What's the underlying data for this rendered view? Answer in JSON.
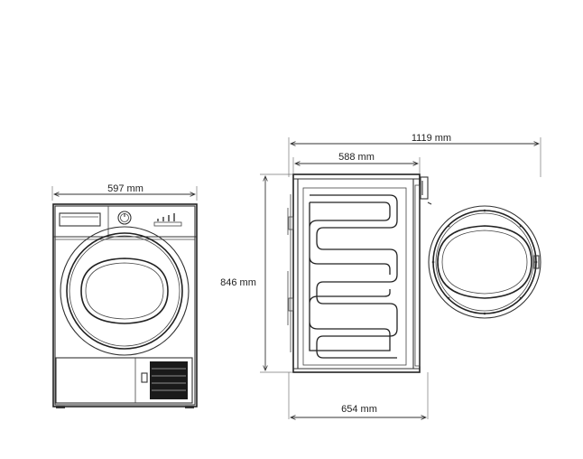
{
  "dimensions": {
    "front_width": "597 mm",
    "total_depth_door_open": "1119 mm",
    "body_depth": "588 mm",
    "height": "846 mm",
    "depth_with_door": "654 mm"
  }
}
